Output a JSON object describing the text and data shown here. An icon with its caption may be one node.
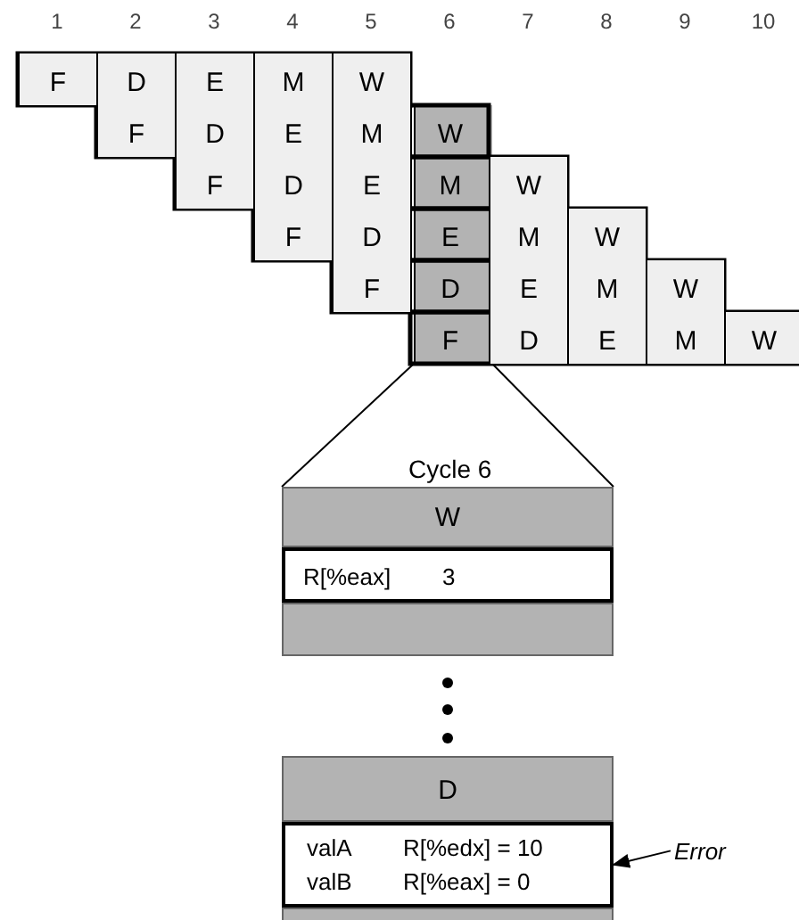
{
  "diagram": {
    "nodes": [
      {
        "text": [
          "W"
        ]
      },
      {
        "text": [
          "R[%eax]",
          "3"
        ]
      },
      {
        "text": [
          "D"
        ]
      },
      {
        "text": [
          "valA",
          "R[%edx] = 10",
          "valB",
          "R[%eax] = 0"
        ]
      },
      {
        "text": [
          "Error"
        ]
      },
      {
        "text": [],
        "shape": "box"
      },
      {
        "text": [],
        "shape": "box"
      },
      {
        "text": [],
        "shape": "bar"
      }
    ],
    "edges": [
      {
        "from": 4,
        "to": 3,
        "arrow": "to"
      },
      {
        "from": 7,
        "to": 0,
        "arrow": "none"
      },
      {
        "from": 7,
        "to": 0,
        "arrow": "none"
      }
    ],
    "labels": [
      "1",
      "2",
      "3",
      "4",
      "5",
      "6",
      "7",
      "8",
      "9",
      "10",
      "F",
      "D",
      "E",
      "M",
      "W",
      "F",
      "D",
      "E",
      "M",
      "W",
      "F",
      "D",
      "E",
      "M",
      "W",
      "F",
      "D",
      "E",
      "M",
      "W",
      "F",
      "D",
      "E",
      "M",
      "W",
      "F",
      "D",
      "E",
      "M",
      "W",
      "Cycle 6"
    ]
  }
}
